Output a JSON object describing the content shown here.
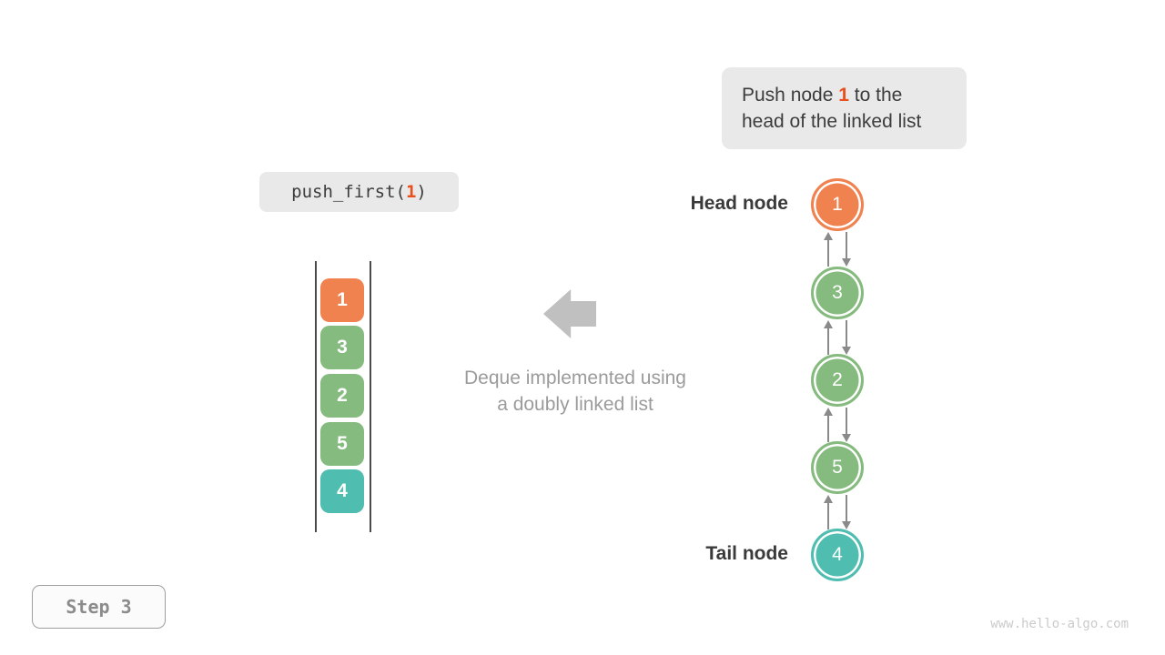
{
  "callout": {
    "text_before": "Push node",
    "highlight": "1",
    "text_after_line1": "to the",
    "line2": "head of the linked list"
  },
  "code": {
    "fn": "push_first(",
    "arg": "1",
    "close": ")"
  },
  "stack": {
    "items": [
      {
        "value": "1",
        "color": "#F0824F"
      },
      {
        "value": "3",
        "color": "#86BB80"
      },
      {
        "value": "2",
        "color": "#86BB80"
      },
      {
        "value": "5",
        "color": "#86BB80"
      },
      {
        "value": "4",
        "color": "#4FBDB0"
      }
    ]
  },
  "center": {
    "caption_line1": "Deque implemented using",
    "caption_line2": "a doubly linked list",
    "arrow_direction": "left",
    "arrow_color": "#C0C0C0"
  },
  "linked_list": {
    "head_label": "Head node",
    "tail_label": "Tail node",
    "nodes": [
      {
        "value": "1",
        "color": "#F0824F"
      },
      {
        "value": "3",
        "color": "#86BB80"
      },
      {
        "value": "2",
        "color": "#86BB80"
      },
      {
        "value": "5",
        "color": "#86BB80"
      },
      {
        "value": "4",
        "color": "#4FBDB0"
      }
    ]
  },
  "step": {
    "label": "Step 3"
  },
  "watermark": {
    "text": "www.hello-algo.com"
  },
  "colors": {
    "accent_orange": "#F0824F",
    "accent_green": "#86BB80",
    "accent_teal": "#4FBDB0",
    "highlight_red": "#E8501E",
    "connector_gray": "#8A8A8A",
    "box_bg": "#E9E9E9",
    "text_dark": "#3C3C3C",
    "muted_gray": "#9B9B9B"
  }
}
